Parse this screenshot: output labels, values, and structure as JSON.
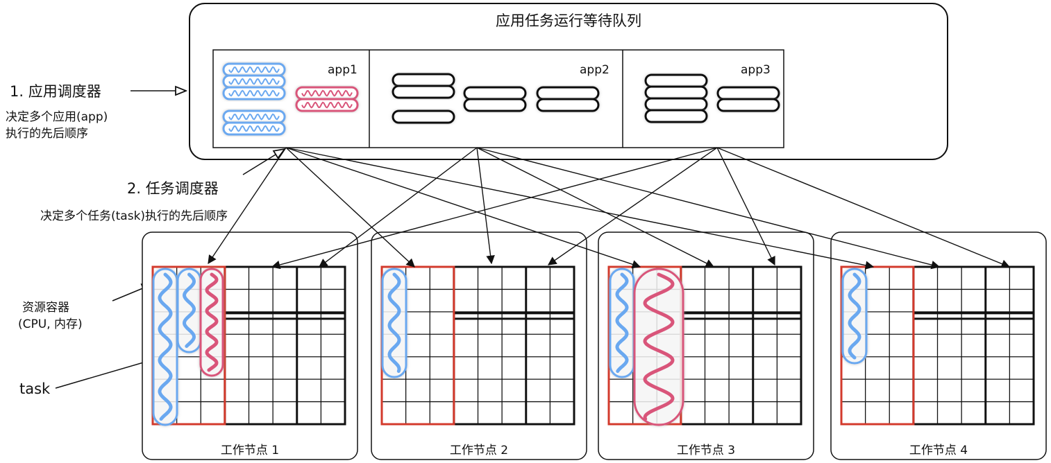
{
  "queue": {
    "title": "应用任务运行等待队列"
  },
  "apps": [
    {
      "label": "app1"
    },
    {
      "label": "app2"
    },
    {
      "label": "app3"
    }
  ],
  "app_scheduler": {
    "title": "1. 应用调度器",
    "desc_line1": "决定多个应用(app)",
    "desc_line2": "执行的先后顺序"
  },
  "task_scheduler": {
    "title": "2. 任务调度器",
    "desc": "决定多个任务(task)执行的先后顺序"
  },
  "resource_container": {
    "line1": "资源容器",
    "line2": "(CPU, 内存)"
  },
  "task_label": "task",
  "nodes": [
    {
      "label": "工作节点 1"
    },
    {
      "label": "工作节点 2"
    },
    {
      "label": "工作节点 3"
    },
    {
      "label": "工作节点 4"
    }
  ],
  "colors": {
    "blue": "#6aa8f0",
    "pink": "#d9557a",
    "container_red": "#d33a2c",
    "stroke": "#111111"
  }
}
